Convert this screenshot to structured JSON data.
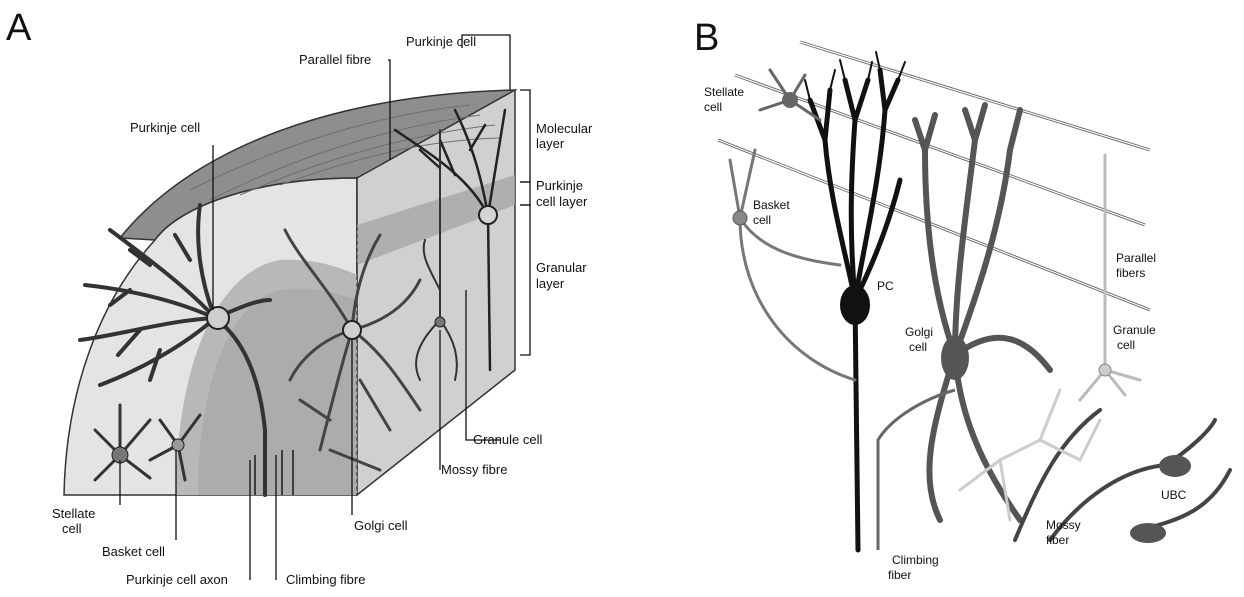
{
  "panel_a": {
    "letter": "A",
    "labels": {
      "purkinje_cell_top": "Purkinje cell",
      "parallel_fibre": "Parallel fibre",
      "purkinje_cell_left": "Purkinje cell",
      "molecular_layer_1": "Molecular",
      "molecular_layer_2": "layer",
      "purkinje_cell_layer_1": "Purkinje",
      "purkinje_cell_layer_2": "cell layer",
      "granular_layer_1": "Granular",
      "granular_layer_2": "layer",
      "granule_cell": "Granule cell",
      "mossy_fibre": "Mossy fibre",
      "stellate_cell_1": "Stellate",
      "stellate_cell_2": "cell",
      "basket_cell": "Basket cell",
      "purkinje_cell_axon": "Purkinje cell axon",
      "climbing_fibre": "Climbing fibre",
      "golgi_cell": "Golgi cell"
    }
  },
  "panel_b": {
    "letter": "B",
    "labels": {
      "stellate_cell_1": "Stellate",
      "stellate_cell_2": "cell",
      "basket_cell_1": "Basket",
      "basket_cell_2": "cell",
      "pc": "PC",
      "golgi_cell_1": "Golgi",
      "golgi_cell_2": "cell",
      "parallel_fibers_1": "Parallel",
      "parallel_fibers_2": "fibers",
      "granule_cell_1": "Granule",
      "granule_cell_2": "cell",
      "ubc": "UBC",
      "mossy_fiber_1": "Mossy",
      "mossy_fiber_2": "fiber",
      "climbing_fiber_1": "Climbing",
      "climbing_fiber_2": "fiber"
    }
  },
  "colors": {
    "molecular_surface": "#8e8e8e",
    "tissue_light": "#e4e4e4",
    "tissue_mid": "#c4c4c4",
    "granular_band": "#a6a6a6",
    "purkinje_black": "#111111",
    "golgi_dark": "#555555",
    "granule_light": "#bdbdbd"
  }
}
